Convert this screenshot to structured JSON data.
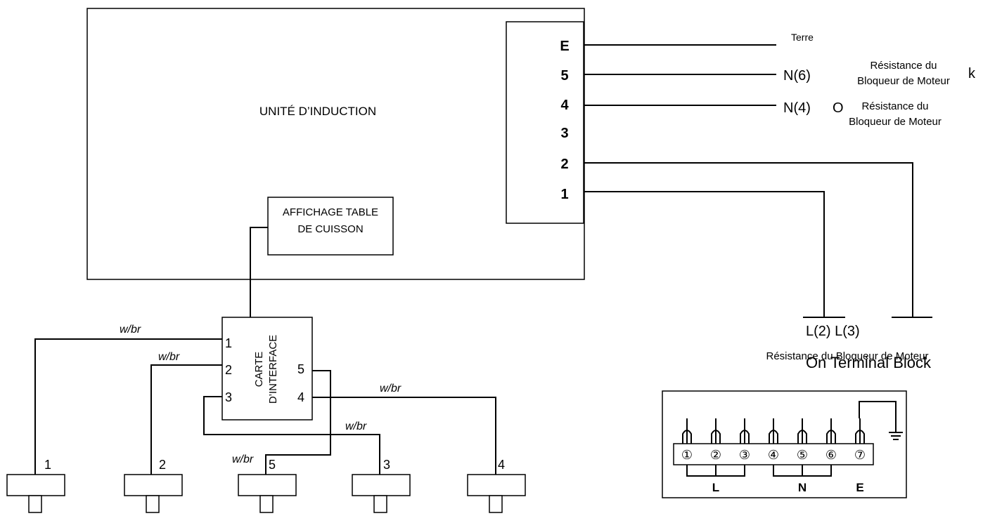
{
  "induction_unit": {
    "label": "UNITÉ D’INDUCTION"
  },
  "terminal_block": {
    "pins": [
      "E",
      "5",
      "4",
      "3",
      "2",
      "1"
    ]
  },
  "display": {
    "line1": "AFFICHAGE TABLE",
    "line2": "DE CUISSON"
  },
  "interface_board": {
    "line1": "CARTE",
    "line2": "D’INTERFACE",
    "pins_left": [
      "1",
      "2",
      "3"
    ],
    "pins_right": [
      "5",
      "4"
    ]
  },
  "wire_labels": {
    "a": "w/br",
    "b": "w/br",
    "c": "w/br",
    "d": "w/br",
    "e": "w/br"
  },
  "elements": [
    "1",
    "2",
    "5",
    "3",
    "4"
  ],
  "outputs": {
    "terre": "Terre",
    "n6": "N(6)",
    "res1_line1": "Résistance du",
    "res1_line2": "Bloqueur de Moteur",
    "k": "k",
    "n4": "N(4)",
    "o": "O",
    "res2_line1": "Résistance du",
    "res2_line2": "Bloqueur de Moteur",
    "l2l3": "L(2) L(3)",
    "res3": "Résistance du Bloqueur de Moteur",
    "terminal_block_label": "On Terminal Block"
  },
  "mains_block": {
    "terminals": [
      "①",
      "②",
      "③",
      "④",
      "⑤",
      "⑥",
      "⑦"
    ],
    "groups": [
      "L",
      "N",
      "E"
    ]
  }
}
